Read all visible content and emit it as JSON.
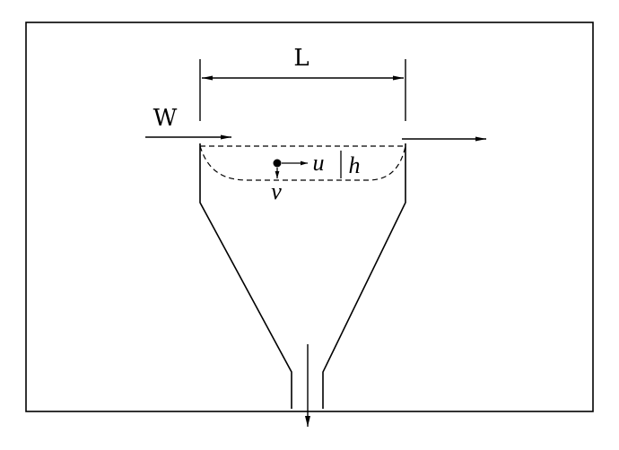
{
  "labels": {
    "length": "L",
    "flow_in": "W",
    "velocity_horizontal": "u",
    "velocity_vertical": "v",
    "depth": "h"
  },
  "colors": {
    "stroke": "#000000",
    "background": "#ffffff"
  }
}
